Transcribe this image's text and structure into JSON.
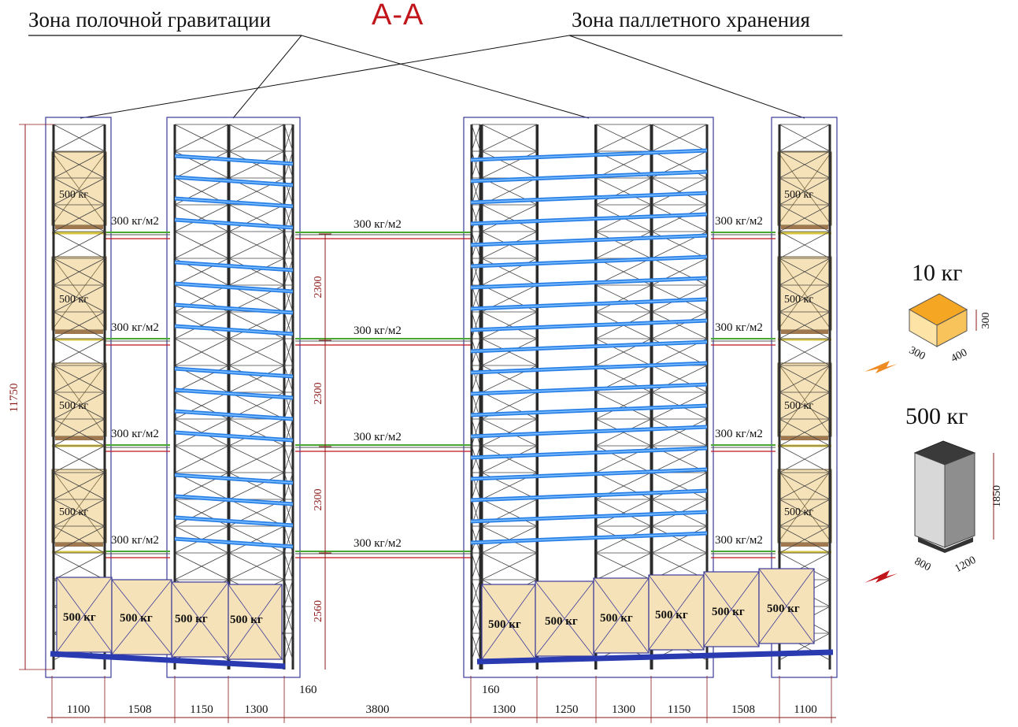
{
  "title": "А-А",
  "zone_labels": {
    "shelf_gravity": "Зона полочной гравитации",
    "pallet_storage": "Зона паллетного хранения"
  },
  "total_height": "11750",
  "floor_load": "300 кг/м2",
  "pallet_weight": "500 кг",
  "level_heights": [
    "2300",
    "2300",
    "2300",
    "2560"
  ],
  "bottom_dims": [
    "1100",
    "1508",
    "1150",
    "1300",
    "3800",
    "1300",
    "1250",
    "1300",
    "1150",
    "1508",
    "1100"
  ],
  "gap_dim": "160",
  "box": {
    "weight": "10 кг",
    "w": "300",
    "d": "400",
    "h": "300"
  },
  "pallet_box": {
    "weight": "500 кг",
    "w": "800",
    "d": "1200",
    "h": "1850"
  },
  "colors": {
    "frame": "#2b2b2b",
    "zone_outline": "#3b3b9a",
    "pallet_fill": "#f6e2b8",
    "roller_blue": "#2a7fe6",
    "dimension": "#8b1a1a",
    "accent_red": "#c0151b",
    "arrow_orange": "#f08a22",
    "floor_green": "#4aa832"
  }
}
